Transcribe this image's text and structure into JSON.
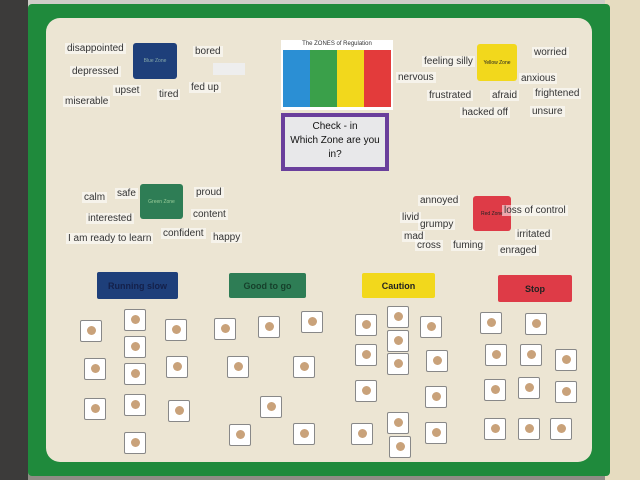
{
  "blue_zone": {
    "label": "Blue Zone",
    "words": [
      "disappointed",
      "depressed",
      "upset",
      "miserable",
      "tired",
      "fed up",
      "bored"
    ]
  },
  "green_zone": {
    "label": "Green Zone",
    "words": [
      "calm",
      "safe",
      "proud",
      "interested",
      "content",
      "I am ready to learn",
      "confident",
      "happy"
    ]
  },
  "yellow_zone": {
    "label": "Yellow Zone",
    "words": [
      "feeling silly",
      "worried",
      "nervous",
      "anxious",
      "frustrated",
      "afraid",
      "frightened",
      "hacked off",
      "unsure"
    ]
  },
  "red_zone": {
    "label": "Red Zone",
    "words": [
      "annoyed",
      "livid",
      "grumpy",
      "loss of control",
      "mad",
      "irritated",
      "cross",
      "fuming",
      "enraged"
    ]
  },
  "poster": {
    "title": "The ZONES of Regulation",
    "columns": [
      "Blue Zone",
      "Green Zone",
      "Yellow Zone",
      "Red Zone"
    ]
  },
  "check_in": {
    "line1": "Check - in",
    "line2": "Which Zone are you in?"
  },
  "labels": {
    "blue": "Running slow",
    "green": "Good to go",
    "yellow": "Caution",
    "red": "Stop"
  },
  "colors": {
    "blue": "#1e3f7a",
    "green": "#2e7d55",
    "yellow": "#f2d81c",
    "red": "#de3b47",
    "border": "#1f8a3c"
  }
}
